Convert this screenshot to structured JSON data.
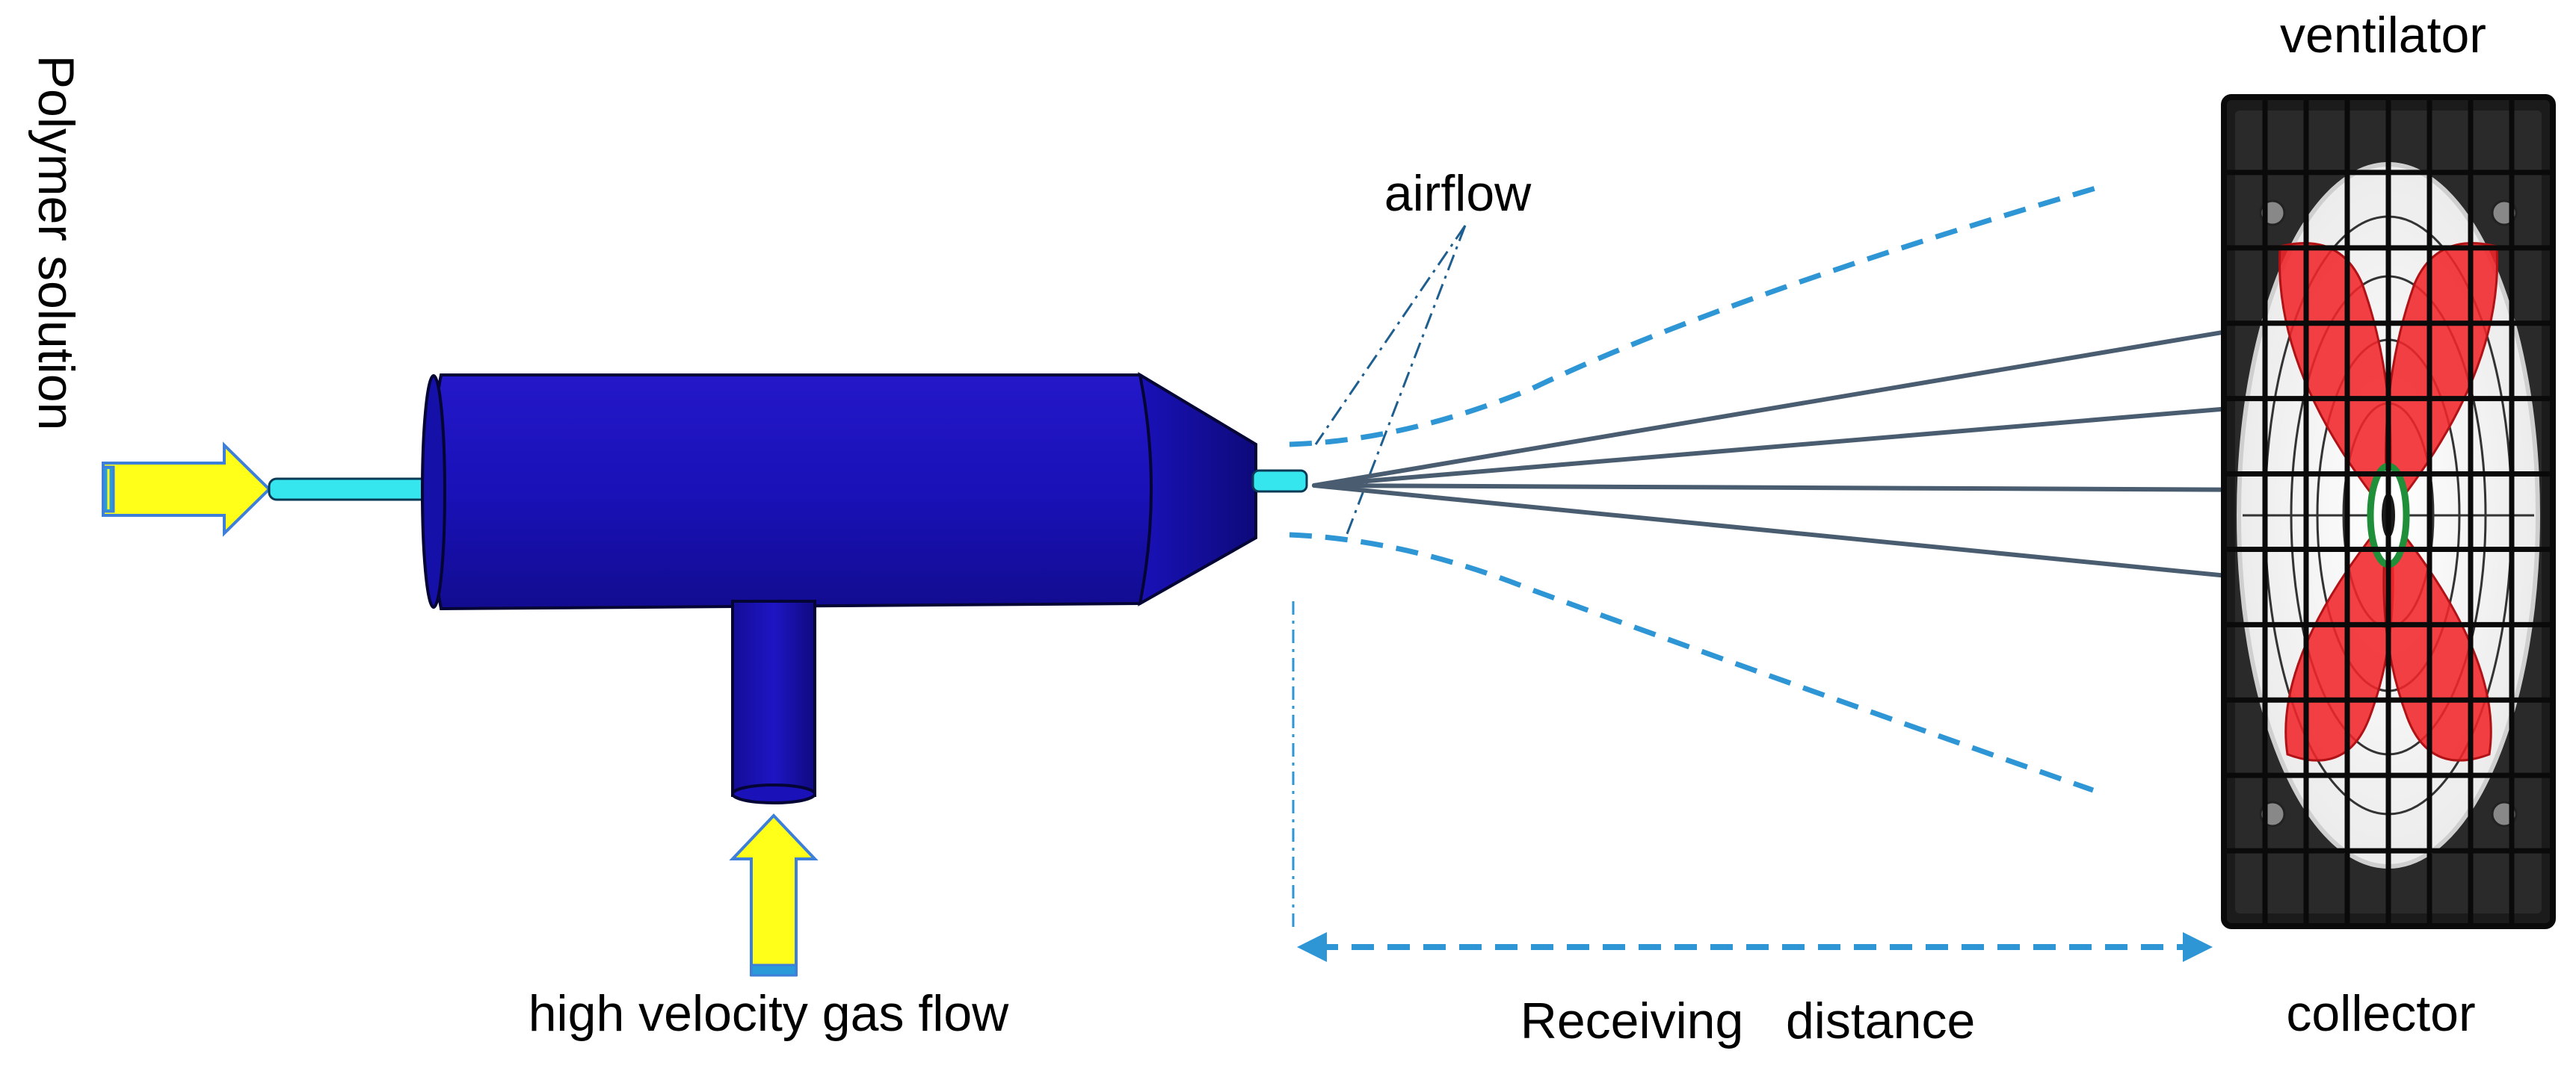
{
  "labels": {
    "polymer_solution": "Polymer  solution",
    "high_velocity_gas_flow": "high velocity gas flow",
    "airflow": "airflow",
    "receiving_distance": "Receiving   distance",
    "ventilator": "ventilator",
    "collector": "collector"
  },
  "colors": {
    "device_body": "#1a11b8",
    "device_dark": "#0c0a6e",
    "nozzle": "#36e6ef",
    "arrow_fill": "#ffff1a",
    "arrow_edge": "#3d7fd9",
    "airflow_dashed": "#2f96d6",
    "fiber": "#4a5d70",
    "fan_blade": "#f0262a",
    "fan_frame": "#1b1b1b",
    "fan_hub": "#1f8f3a"
  },
  "icons": [
    "arrow-right-icon",
    "arrow-up-icon",
    "fan-icon",
    "double-arrow-icon"
  ]
}
